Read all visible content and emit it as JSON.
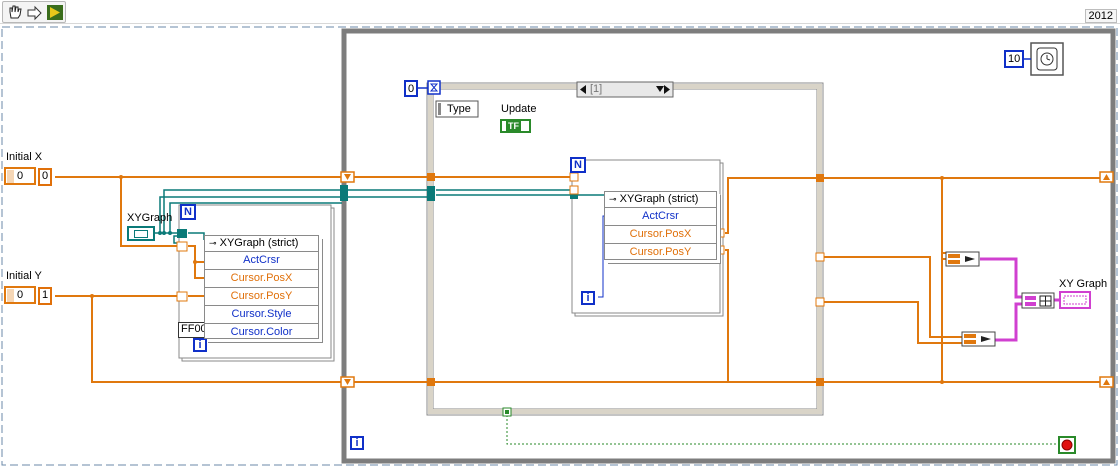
{
  "toolbar": {
    "icons": [
      "hand-tool-icon",
      "arrow-tool-icon",
      "highlight-execution-icon"
    ],
    "version": "2012"
  },
  "controls": {
    "initial_x": {
      "label": "Initial X",
      "value": "0",
      "indicator": "0"
    },
    "initial_y": {
      "label": "Initial Y",
      "value": "0",
      "indicator": "1"
    },
    "xygraph_ref": {
      "label": "XYGraph"
    }
  },
  "for_loop_left": {
    "count": "N",
    "iteration": "i",
    "color_const": "FF00",
    "node_title": "XYGraph (strict)",
    "properties": [
      "ActCrsr",
      "Cursor.PosX",
      "Cursor.PosY",
      "Cursor.Style",
      "Cursor.Color"
    ]
  },
  "while_loop": {
    "wait_ms": "10",
    "iteration": "i"
  },
  "event_structure": {
    "timeout": "0",
    "case_label": "[1]",
    "type_label": "Type",
    "update_label": "Update",
    "update_bool": "TF"
  },
  "for_loop_inner": {
    "count": "N",
    "iteration": "i",
    "node_title": "XYGraph (strict)",
    "properties": [
      "ActCrsr",
      "Cursor.PosX",
      "Cursor.PosY"
    ]
  },
  "output": {
    "xy_graph_label": "XY Graph"
  },
  "colors": {
    "orange_wire": "#e0780e",
    "teal_wire": "#0a7a78",
    "blue_const": "#1030c8",
    "pink_wire": "#d040d0",
    "loop_gray": "#8a8a8a"
  }
}
